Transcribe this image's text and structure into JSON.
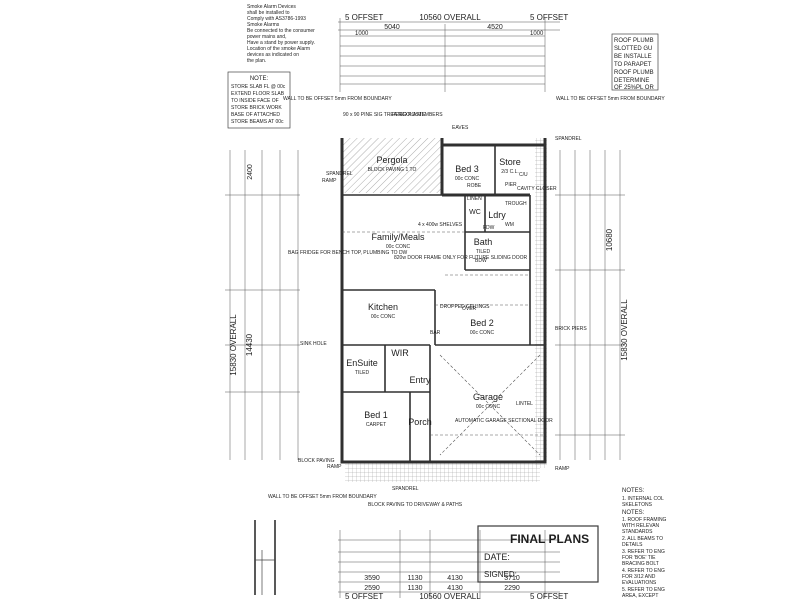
{
  "notes_block": {
    "lines": [
      "Smoke Alarm Devices",
      "shall be installed to",
      "Comply with AS3786-1993",
      "Smoke Alarms",
      "Be connected to the consumer",
      "power mains and,",
      "Have a stand by power supply.",
      "Location of the smoke Alarm",
      "devices as indicated on",
      "the plan."
    ]
  },
  "store_note": {
    "heading": "NOTE:",
    "lines": [
      "STORE SLAB FL @ 00c",
      "EXTEND FLOOR SLAB",
      "TO INSIDE FACE OF",
      "STORE BRICK WORK",
      "BASE OF ATTACHED",
      "STORE BEAMS AT 00c"
    ]
  },
  "roof_note": {
    "lines": [
      "ROOF PLUMB",
      "SLOTTED GU",
      "BE INSTALLE",
      "TO PARAPET",
      "ROOF PLUMB",
      "DETERMINE",
      "OF 25%PL OR"
    ]
  },
  "top_dims": {
    "offset_left": "5 OFFSET",
    "overall": "10560 OVERALL",
    "offset_right": "5 OFFSET",
    "left_span": "5040",
    "right_span": "4520",
    "edge_a": "1000",
    "edge_b": "1000"
  },
  "bottom_dims": {
    "offset_left": "5 OFFSET",
    "overall": "10560 OVERALL",
    "offset_right": "5 OFFSET",
    "row1": [
      "3590",
      "1130",
      "4130",
      "3710"
    ],
    "row2": [
      "2590",
      "1130",
      "4130",
      "2290"
    ]
  },
  "side_dims": {
    "left_overall": "15830 OVERALL",
    "left_sub": "14430",
    "left_top": "2400",
    "right_overall": "15830 OVERALL",
    "right_sub": "10680"
  },
  "rooms": [
    {
      "name": "Pergola",
      "sub": "BLOCK PAVING 1 TO"
    },
    {
      "name": "Bed 3",
      "sub": "00c CONC"
    },
    {
      "name": "Store",
      "sub": "2/3 C.L."
    },
    {
      "name": "Family/Meals",
      "sub": "00c CONC"
    },
    {
      "name": "Ldry",
      "sub": ""
    },
    {
      "name": "WC",
      "sub": ""
    },
    {
      "name": "Bath",
      "sub": "TILED"
    },
    {
      "name": "Kitchen",
      "sub": "00c CONC"
    },
    {
      "name": "Bed 2",
      "sub": "00c CONC"
    },
    {
      "name": "EnSuite",
      "sub": "TILED"
    },
    {
      "name": "WIR",
      "sub": ""
    },
    {
      "name": "Entry",
      "sub": ""
    },
    {
      "name": "Bed 1",
      "sub": "CARPET"
    },
    {
      "name": "Porch",
      "sub": ""
    },
    {
      "name": "Garage",
      "sub": "00c CONC"
    }
  ],
  "annotations": {
    "pergola_members": "PERGOLA MEMBERS",
    "posts": "90 x 90 PINE SIG TREATED POSTS",
    "wall_offset_left": "WALL TO BE OFFSET 5mm FROM BOUNDARY",
    "wall_offset_right": "WALL TO BE OFFSET 5mm FROM BOUNDARY",
    "wall_offset_bottom": "WALL TO BE OFFSET 5mm FROM BOUNDARY",
    "block_paving": "BLOCK PAVING",
    "block_paving_drive": "BLOCK PAVING TO DRIVEWAY & PATHS",
    "ramp": "RAMP",
    "spandrel": "SPANDREL",
    "door_frame": "820w DOOR FRAME ONLY FOR FUTURE SLIDING DOOR",
    "eaves": "EAVES",
    "garage_door": "AUTOMATIC GARAGE SECTIONAL DOOR",
    "lintel": "LINTEL",
    "dropped_ceiling": "DROPPED CEILINGS",
    "shelves": "4 x 400w SHELVES",
    "linen": "LINEN",
    "robe": "ROBE",
    "wm": "WM",
    "trough": "TROUGH",
    "fdw": "FDW",
    "bdw": "BDW",
    "cavity_closer": "CAVITY CLOSER",
    "pier": "PIER",
    "cu": "C/U",
    "bag_fridge": "BAG FRIDGE FOR BENCH TOP, PLUMBING TO DW",
    "brick_piers": "BRICK PIERS",
    "sinkhole": "SINK HOLE",
    "bar": "BAR",
    "over": "OVER"
  },
  "stamp": {
    "title": "FINAL PLANS",
    "date_label": "DATE:",
    "signed_label": "SIGNED:"
  },
  "right_notes": {
    "heading": "NOTES:",
    "lines": [
      "1. INTERNAL COL",
      "SKELETONS",
      "NOTES:",
      "1. ROOF FRAMING",
      "WITH RELEVAN",
      "STANDARDS",
      "2. ALL BEAMS TO",
      "DETAILS",
      "3. REFER TO ENG",
      "FOR 'BOE' TIE",
      "BRACING BOLT",
      "4. REFER TO ENG",
      "FOR 3/12 AND",
      "EVALUATIONS",
      "5. REFER TO ENG",
      "AREA, EXCEPT"
    ]
  }
}
